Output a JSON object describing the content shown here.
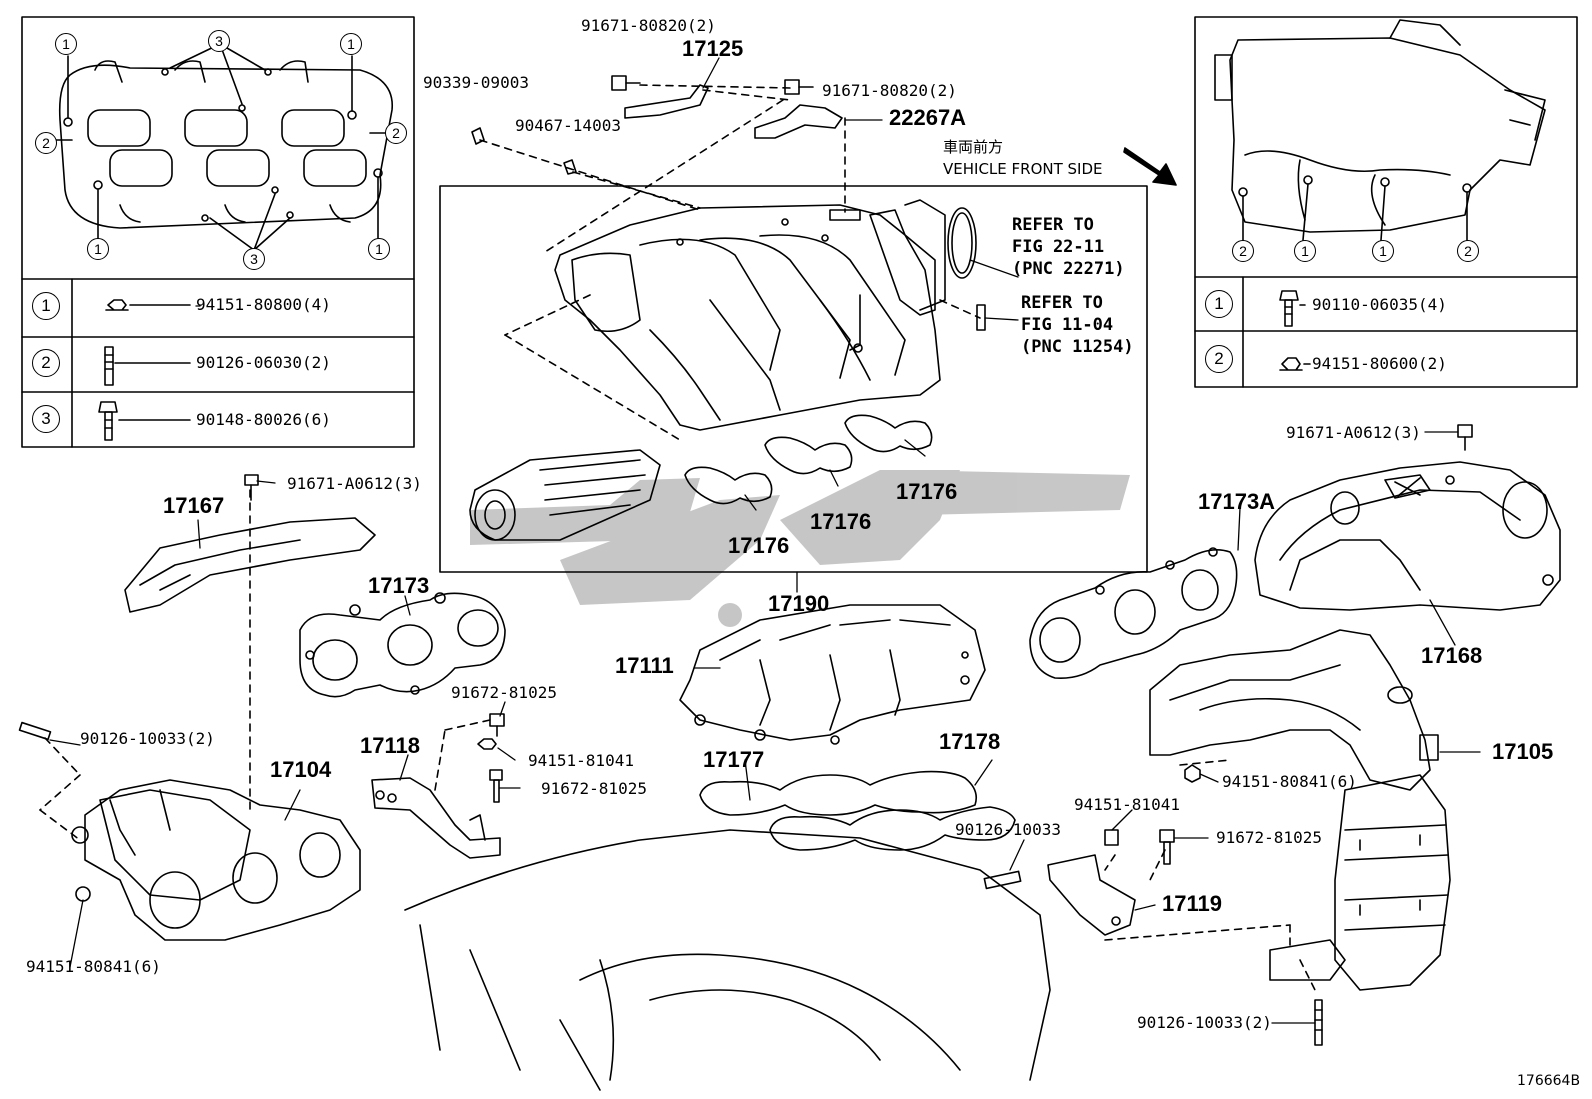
{
  "colors": {
    "ink": "#000000",
    "watermark": "#c4c4c4",
    "paper": "#ffffff"
  },
  "watermark_text": "کیمیا",
  "drawing_id": "176664B",
  "vehicle_front": {
    "jp": "車両前方",
    "en": "VEHICLE FRONT SIDE"
  },
  "refer_1": [
    "REFER TO",
    "FIG 22-11",
    "(PNC 22271)"
  ],
  "refer_2": [
    "REFER TO",
    "FIG 11-04",
    "(PNC 11254)"
  ],
  "legend_left": {
    "callouts": [
      "1",
      "2",
      "3"
    ],
    "rows": [
      {
        "num": "1",
        "part": "94151-80800(4)"
      },
      {
        "num": "2",
        "part": "90126-06030(2)"
      },
      {
        "num": "3",
        "part": "90148-80026(6)"
      }
    ]
  },
  "legend_right": {
    "callouts": [
      "1",
      "2"
    ],
    "rows": [
      {
        "num": "1",
        "part": "90110-06035(4)"
      },
      {
        "num": "2",
        "part": "94151-80600(2)"
      }
    ]
  },
  "parts": {
    "p91671_80820_a": "91671-80820(2)",
    "p17125": "17125",
    "p91671_80820_b": "91671-80820(2)",
    "p22267A": "22267A",
    "p90339": "90339-09003",
    "p90467": "90467-14003",
    "p17176_a": "17176",
    "p17176_b": "17176",
    "p17176_c": "17176",
    "p17190": "17190",
    "p91671_A0612_a": "91671-A0612(3)",
    "p91671_A0612_b": "91671-A0612(3)",
    "p17167": "17167",
    "p17173": "17173",
    "p17173A": "17173A",
    "p17168": "17168",
    "p17111": "17111",
    "p91672_81025_a": "91672-81025",
    "p94151_81041_a": "94151-81041",
    "p91672_81025_b": "91672-81025",
    "p17118": "17118",
    "p90126_10033_2a": "90126-10033(2)",
    "p17104": "17104",
    "p94151_80841_a": "94151-80841(6)",
    "p17177": "17177",
    "p17178": "17178",
    "p17105": "17105",
    "p94151_80841_b": "94151-80841(6)",
    "p94151_81041_b": "94151-81041",
    "p91672_81025_c": "91672-81025",
    "p90126_10033": "90126-10033",
    "p17119": "17119",
    "p90126_10033_2b": "90126-10033(2)"
  }
}
